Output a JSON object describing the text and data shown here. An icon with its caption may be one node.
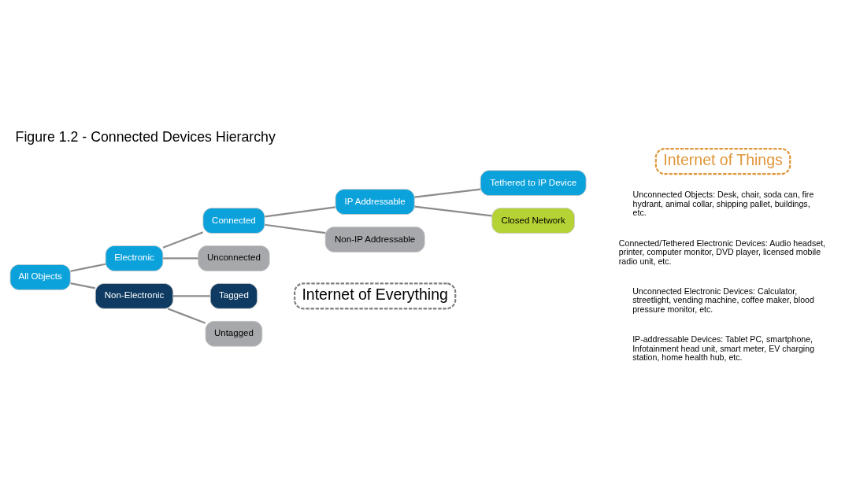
{
  "diagram": {
    "title": "Figure 1.2 - Connected Devices Hierarchy",
    "nodes": [
      {
        "text": [
          "All Objects"
        ]
      },
      {
        "text": [
          "Electronic"
        ]
      },
      {
        "text": [
          "Non-Electronic"
        ]
      },
      {
        "text": [
          "Connected"
        ]
      },
      {
        "text": [
          "Unconnected"
        ]
      },
      {
        "text": [
          "Tagged"
        ]
      },
      {
        "text": [
          "Untagged"
        ]
      },
      {
        "text": [
          "IP Addressable"
        ]
      },
      {
        "text": [
          "Non-IP Addressable"
        ]
      },
      {
        "text": [
          "Tethered to IP Device"
        ]
      },
      {
        "text": [
          "Closed Network"
        ]
      },
      {
        "text": [
          "Internet of Things"
        ]
      },
      {
        "text": [
          "Internet of Everything"
        ]
      }
    ],
    "edges": [
      {
        "from": 0,
        "to": 1,
        "arrow": "none"
      },
      {
        "from": 0,
        "to": 2,
        "arrow": "none"
      },
      {
        "from": 1,
        "to": 3,
        "arrow": "none"
      },
      {
        "from": 1,
        "to": 4,
        "arrow": "none"
      },
      {
        "from": 2,
        "to": 5,
        "arrow": "none"
      },
      {
        "from": 2,
        "to": 6,
        "arrow": "none"
      },
      {
        "from": 3,
        "to": 7,
        "arrow": "none"
      },
      {
        "from": 3,
        "to": 8,
        "arrow": "none"
      },
      {
        "from": 7,
        "to": 9,
        "arrow": "none"
      },
      {
        "from": 7,
        "to": 10,
        "arrow": "none"
      }
    ],
    "labels": [
      "Unconnected Objects: Desk, chair, soda can, fire hydrant, animal collar, shipping pallet, buildings, etc.",
      "Connected/Tethered Electronic Devices: Audio headset, printer, computer monitor, DVD player, licensed mobile radio unit, etc.",
      "Unconnected Electronic Devices: Calculator, streetlight, vending machine, coffee maker, blood pressure monitor, etc.",
      "IP-addressable Devices: Tablet PC, smartphone, Infotainment head unit, smart meter, EV charging station, home health hub, etc."
    ]
  }
}
